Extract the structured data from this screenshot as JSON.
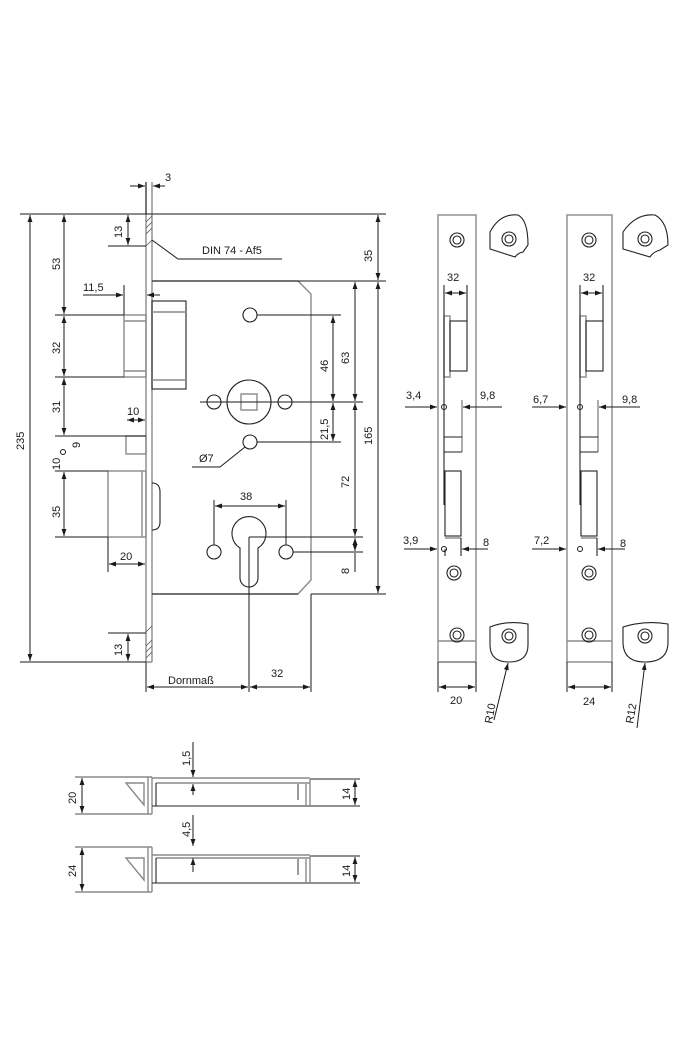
{
  "drawing": {
    "title": "Mortise lock dimensional drawing",
    "main_view": {
      "annotation_standard": "DIN 74 - Af5",
      "hole_diameter": "Ø7",
      "backset_label": "Dornmaß",
      "dimensions": {
        "faceplate_thickness": "3",
        "total_height": "235",
        "top_to_latch": "53",
        "latch_height": "32",
        "latch_to_center": "31",
        "faceplate_top_edge": "13",
        "faceplate_bottom_edge": "13",
        "latch_projection": "11,5",
        "center_offset": "9",
        "center_to_bolt": "10",
        "bolt_height": "35",
        "bolt_projection": "20",
        "bolt_throw": "10",
        "case_top_offset": "35",
        "case_height": "165",
        "top_hole_to_spindle": "46",
        "case_top_to_spindle": "63",
        "spindle_to_hole": "21,5",
        "spindle_to_cylinder": "72",
        "cylinder_offset": "8",
        "hole_spacing": "38",
        "cylinder_to_case_edge": "32"
      }
    },
    "faceplate_views": [
      {
        "id": "20mm",
        "latch_width": "32",
        "latch_left": "3,4",
        "latch_right": "9,8",
        "bolt_left": "3,9",
        "bolt_right": "8",
        "plate_width": "20",
        "corner_radius": "R10"
      },
      {
        "id": "24mm",
        "latch_width": "32",
        "latch_left": "6,7",
        "latch_right": "9,8",
        "bolt_left": "7,2",
        "bolt_right": "8",
        "plate_width": "24",
        "corner_radius": "R12"
      }
    ],
    "section_views": [
      {
        "id": "20mm",
        "plate_width": "20",
        "offset": "1,5",
        "case_depth": "14"
      },
      {
        "id": "24mm",
        "plate_width": "24",
        "offset": "4,5",
        "case_depth": "14"
      }
    ]
  }
}
